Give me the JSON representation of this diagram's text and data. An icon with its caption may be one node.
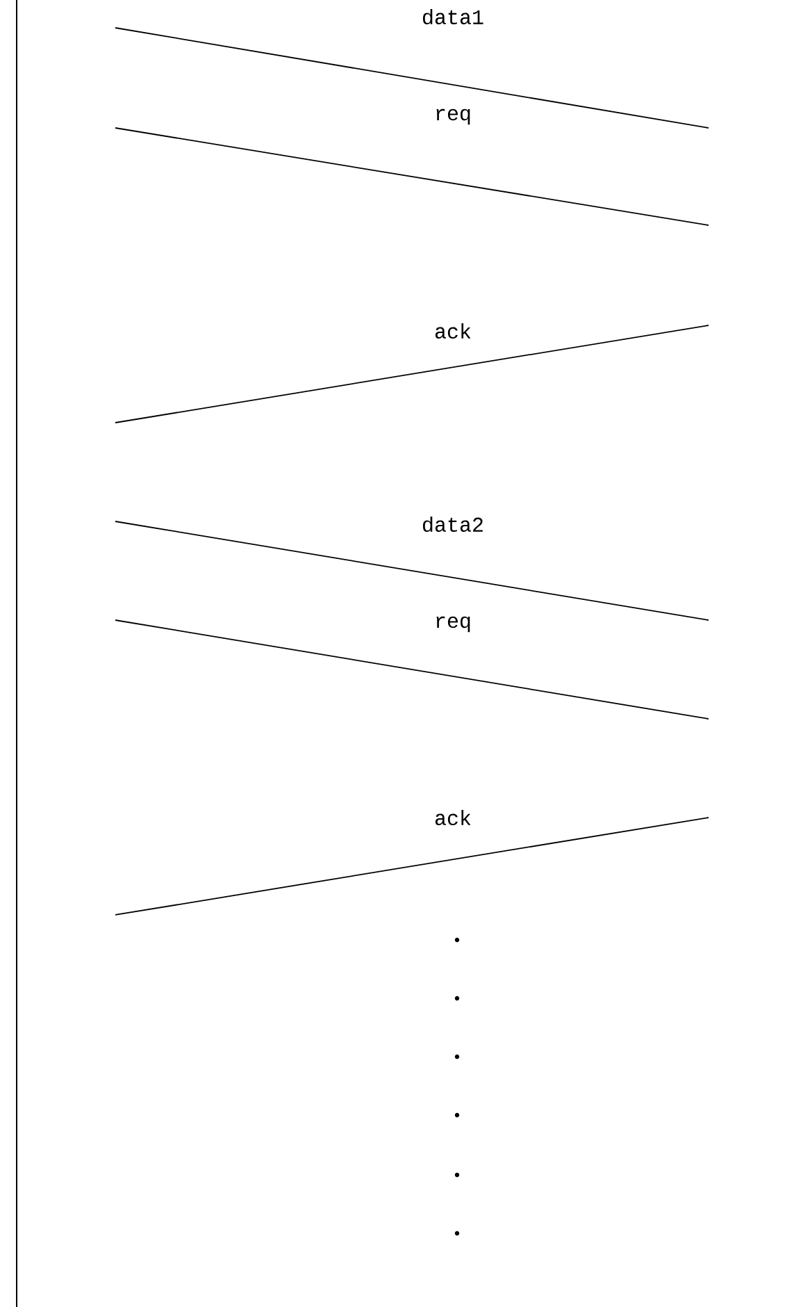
{
  "diagram": {
    "labels": [
      "data1",
      "req",
      "ack",
      "data2",
      "req",
      "ack"
    ]
  }
}
